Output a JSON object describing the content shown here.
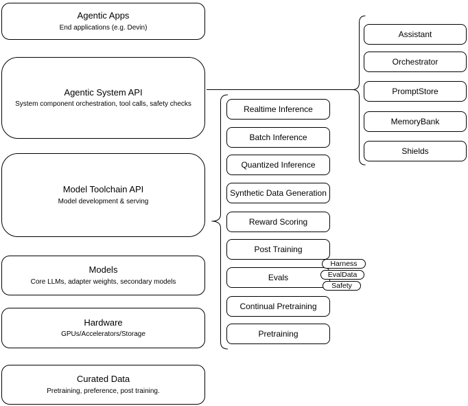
{
  "diagram": {
    "left_stack": [
      {
        "title": "Agentic Apps",
        "subtitle": "End applications (e.g. Devin)"
      },
      {
        "title": "Agentic System API",
        "subtitle": "System component orchestration, tool calls, safety checks"
      },
      {
        "title": "Model Toolchain API",
        "subtitle": "Model development & serving"
      },
      {
        "title": "Models",
        "subtitle": "Core LLMs, adapter weights, secondary models"
      },
      {
        "title": "Hardware",
        "subtitle": "GPUs/Accelerators/Storage"
      },
      {
        "title": "Curated Data",
        "subtitle": "Pretraining, preference, post training."
      }
    ],
    "toolchain_items": [
      {
        "label": "Realtime Inference"
      },
      {
        "label": "Batch Inference"
      },
      {
        "label": "Quantized Inference"
      },
      {
        "label": "Synthetic Data Generation"
      },
      {
        "label": "Reward Scoring"
      },
      {
        "label": "Post Training"
      },
      {
        "label": "Evals"
      },
      {
        "label": "Continual Pretraining"
      },
      {
        "label": "Pretraining"
      }
    ],
    "eval_tags": [
      {
        "label": "Harness"
      },
      {
        "label": "EvalData"
      },
      {
        "label": "Safety"
      }
    ],
    "system_components": [
      {
        "label": "Assistant"
      },
      {
        "label": "Orchestrator"
      },
      {
        "label": "PromptStore"
      },
      {
        "label": "MemoryBank"
      },
      {
        "label": "Shields"
      }
    ],
    "colors": {
      "stroke": "#000000",
      "fill": "#ffffff",
      "text": "#000000"
    }
  }
}
